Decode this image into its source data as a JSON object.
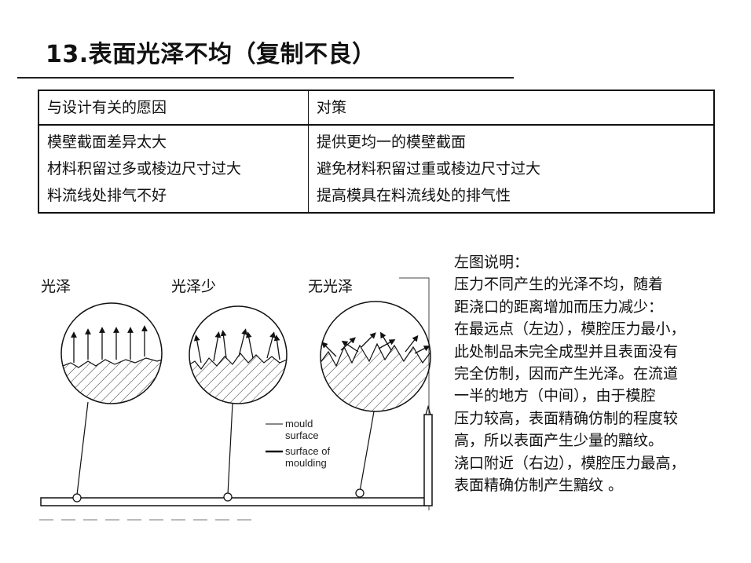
{
  "title": "13.表面光泽不均（复制不良）",
  "table": {
    "headers": [
      "与设计有关的愿因",
      "对策"
    ],
    "causes": [
      "模壁截面差异太大",
      "材料积留过多或棱边尺寸过大",
      "料流线处排气不好"
    ],
    "countermeasures": [
      "提供更均一的模壁截面",
      "避免材料积留过重或棱边尺寸过大",
      "提高模具在料流线处的排气性"
    ]
  },
  "figure": {
    "labels": [
      "光泽",
      "光泽少",
      "无光泽"
    ],
    "legend": {
      "mould_surface": [
        "mould",
        "surface"
      ],
      "moulding_surface": [
        "surface of",
        "moulding"
      ]
    }
  },
  "description": {
    "heading": "左图说明：",
    "lines": [
      "压力不同产生的光泽不均，随着",
      "距浇口的距离增加而压力减少：",
      "在最远点（左边），模腔压力最小，",
      "此处制品未完全成型并且表面没有",
      "完全仿制，因而产生光泽。在流道",
      "一半的地方（中间），由于模腔",
      "压力较高，表面精确仿制的程度较",
      "高，所以表面产生少量的黯纹。",
      "浇口附近（右边），模腔压力最高，",
      "表面精确仿制产生黯纹 。"
    ]
  }
}
